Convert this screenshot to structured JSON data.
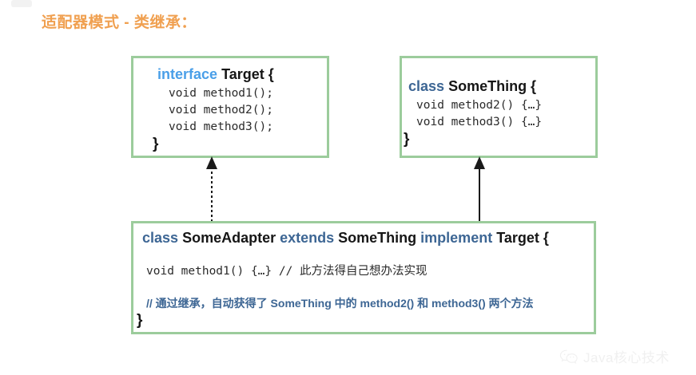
{
  "page": {
    "title": "适配器模式 - 类继承：",
    "title_color": "#f0a050",
    "background": "#ffffff",
    "box_border_color": "#9ccc9c",
    "keyword_light_blue": "#4a9fe8",
    "keyword_dark_blue": "#3d6694"
  },
  "boxes": {
    "target_interface": {
      "name": "Target",
      "keyword": "interface",
      "header_tail": "Target {",
      "methods": [
        "void method1();",
        "void method2();",
        "void method3();"
      ],
      "closing_brace": "}"
    },
    "something_class": {
      "name": "SomeThing",
      "keyword": "class",
      "header_tail": "SomeThing {",
      "methods": [
        "void method2() {…}",
        "void method3() {…}"
      ],
      "closing_brace": "}"
    },
    "adapter_class": {
      "name": "SomeAdapter",
      "header": {
        "kw_class": "class",
        "class_name": "SomeAdapter",
        "kw_extends": "extends",
        "super_name": "SomeThing",
        "kw_implement": "implement",
        "interface_name": "Target",
        "open_brace": "{"
      },
      "method_line": "void method1() {…} // 此方法得自己想办法实现",
      "comment_line": "// 通过继承，自动获得了 SomeThing 中的 method2() 和 method3() 两个方法",
      "closing_brace": "}"
    }
  },
  "arrows": {
    "realization": {
      "label": "realization-dotted-arrow",
      "style": "dotted",
      "from": "SomeAdapter",
      "to": "Target"
    },
    "inheritance": {
      "label": "inheritance-solid-arrow",
      "style": "solid",
      "from": "SomeAdapter",
      "to": "SomeThing"
    }
  },
  "watermark": {
    "icon": "wechat-icon",
    "text": "Java核心技术",
    "color": "#f0f0f0"
  }
}
